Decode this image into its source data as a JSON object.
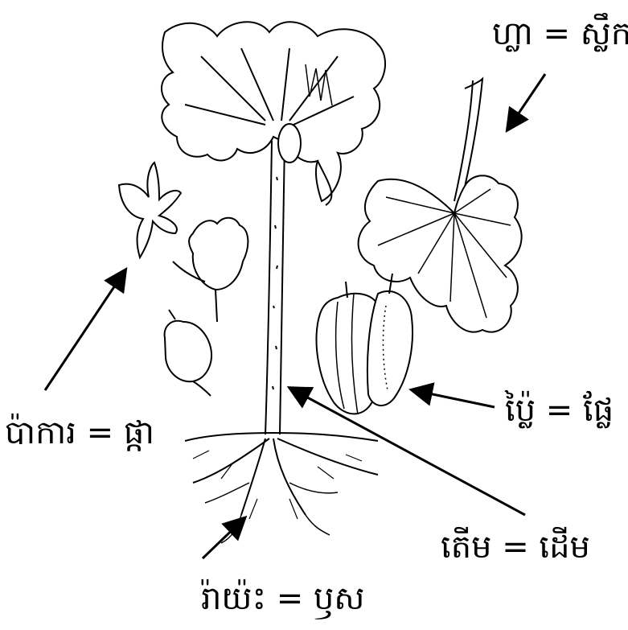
{
  "labels": {
    "leaf": "ហ្លា = ស្លឹក",
    "flower": "ប៉ាការ = ផ្កា",
    "fruit": "ប៉ៃ្ល = ផ្លែ",
    "stem": "តើម = ដើម",
    "root": "រ៉ាយ៉ះ = ឫស"
  }
}
